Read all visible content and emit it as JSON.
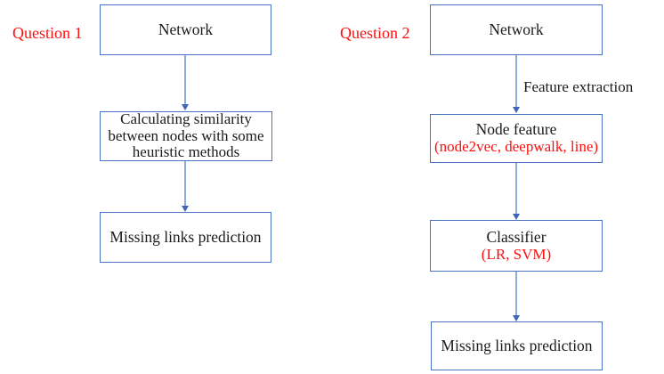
{
  "colors": {
    "box_border": "#4a72c0",
    "arrow_line": "#8faadc",
    "arrow_head": "#3f63b5",
    "accent_red": "#fb0f0f",
    "text": "#1b1b1b",
    "background": "#ffffff"
  },
  "left_flow": {
    "label": "Question 1",
    "boxes": [
      {
        "text": "Network"
      },
      {
        "text": "Calculating similarity between nodes with some heuristic methods"
      },
      {
        "text": "Missing links prediction"
      }
    ]
  },
  "right_flow": {
    "label": "Question 2",
    "arrow_label": "Feature extraction",
    "boxes": [
      {
        "text": "Network"
      },
      {
        "text": "Node feature",
        "subtext": "(node2vec, deepwalk, line)"
      },
      {
        "text": "Classifier",
        "subtext": "(LR, SVM)"
      },
      {
        "text": "Missing links prediction"
      }
    ]
  }
}
